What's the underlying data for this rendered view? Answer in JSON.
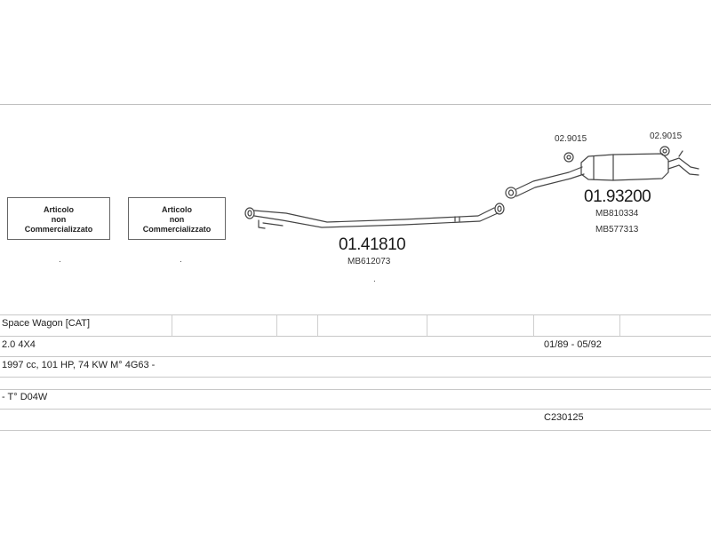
{
  "diagram": {
    "not_sold_boxes": [
      {
        "line1": "Articolo",
        "line2": "non",
        "line3": "Commercializzato"
      },
      {
        "line1": "Articolo",
        "line2": "non",
        "line3": "Commercializzato"
      }
    ],
    "not_sold_dots": [
      ".",
      "."
    ],
    "center_pipe": {
      "part_number": "01.41810",
      "oem": "MB612073"
    },
    "rear_muffler": {
      "part_number": "01.93200",
      "oem": [
        "MB810334",
        "MB577313"
      ]
    },
    "clamps": [
      {
        "label": "02.9015"
      },
      {
        "label": "02.9015"
      }
    ]
  },
  "vehicle_table": {
    "model": "Space Wagon  [CAT]",
    "variant": "2.0 4X4",
    "years": "01/89 - 05/92",
    "engine": "1997 cc, 101 HP, 74 KW M° 4G63 -",
    "type": "- T° D04W",
    "code": "C230125"
  }
}
